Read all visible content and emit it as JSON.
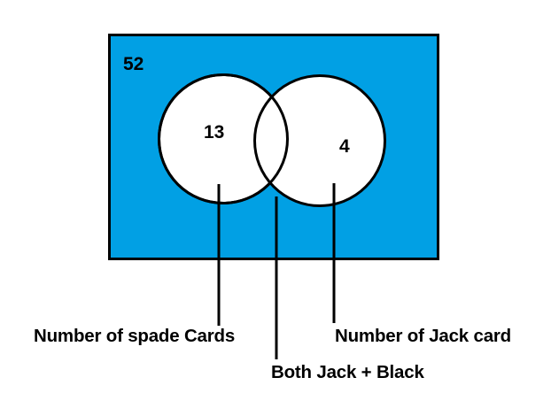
{
  "diagram": {
    "title_text": null,
    "type": "venn-diagram",
    "colors": {
      "universe_fill": "#01A0E4",
      "set_fill": "#FFFFFF",
      "stroke": "#000000",
      "background": "#FFFFFF"
    },
    "universe": {
      "label": "52",
      "name": "universal-set-rectangle"
    },
    "sets": [
      {
        "id": "spades",
        "value_label": "13",
        "caption": "Number of spade Cards"
      },
      {
        "id": "jacks",
        "value_label": "4",
        "caption": "Number of Jack card"
      }
    ],
    "intersection": {
      "id": "jack-and-black",
      "caption": "Both Jack + Black"
    }
  },
  "chart_data": {
    "type": "venn",
    "title": "",
    "universe_total": 52,
    "universe_label": "52",
    "sets": [
      {
        "name": "Number of spade Cards",
        "only_value": 13,
        "label": "13"
      },
      {
        "name": "Number of Jack card",
        "only_value": 4,
        "label": "4"
      }
    ],
    "intersection_label": "Both Jack + Black",
    "intersection_value": null,
    "annotations": [
      "52",
      "13",
      "4",
      "Number of spade Cards",
      "Number of Jack card",
      "Both Jack + Black"
    ],
    "legend": "none",
    "grid": false
  }
}
